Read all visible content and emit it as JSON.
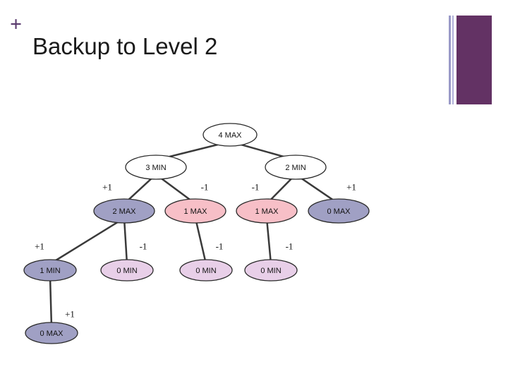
{
  "header": {
    "bullet": "+",
    "title": "Backup to Level 2"
  },
  "colors": {
    "white": "#ffffff",
    "min_lavender": "#a0a0c4",
    "pink": "#f7bfc7",
    "light_lavender": "#e8cfe8",
    "accent_purple": "#633264"
  },
  "tree": {
    "nodes": [
      {
        "id": "n0",
        "label": "4 MAX",
        "color": "white"
      },
      {
        "id": "n1",
        "label": "3 MIN",
        "color": "white"
      },
      {
        "id": "n2",
        "label": "2 MIN",
        "color": "white"
      },
      {
        "id": "n3",
        "label": "2 MAX",
        "color": "min_lavender"
      },
      {
        "id": "n4",
        "label": "1 MAX",
        "color": "pink"
      },
      {
        "id": "n5",
        "label": "1 MAX",
        "color": "pink"
      },
      {
        "id": "n6",
        "label": "0 MAX",
        "color": "min_lavender"
      },
      {
        "id": "n7",
        "label": "1 MIN",
        "color": "min_lavender"
      },
      {
        "id": "n8",
        "label": "0 MIN",
        "color": "light_lavender"
      },
      {
        "id": "n9",
        "label": "0 MIN",
        "color": "light_lavender"
      },
      {
        "id": "n10",
        "label": "0 MIN",
        "color": "light_lavender"
      },
      {
        "id": "n11",
        "label": "0 MAX",
        "color": "min_lavender"
      }
    ],
    "edges": [
      {
        "from": "n0",
        "to": "n1",
        "label": ""
      },
      {
        "from": "n0",
        "to": "n2",
        "label": ""
      },
      {
        "from": "n1",
        "to": "n3",
        "label": "+1"
      },
      {
        "from": "n1",
        "to": "n4",
        "label": "-1"
      },
      {
        "from": "n2",
        "to": "n5",
        "label": "-1"
      },
      {
        "from": "n2",
        "to": "n6",
        "label": "+1"
      },
      {
        "from": "n3",
        "to": "n7",
        "label": "+1"
      },
      {
        "from": "n3",
        "to": "n8",
        "label": "-1"
      },
      {
        "from": "n4",
        "to": "n9",
        "label": "-1"
      },
      {
        "from": "n5",
        "to": "n10",
        "label": "-1"
      },
      {
        "from": "n7",
        "to": "n11",
        "label": "+1"
      }
    ]
  }
}
